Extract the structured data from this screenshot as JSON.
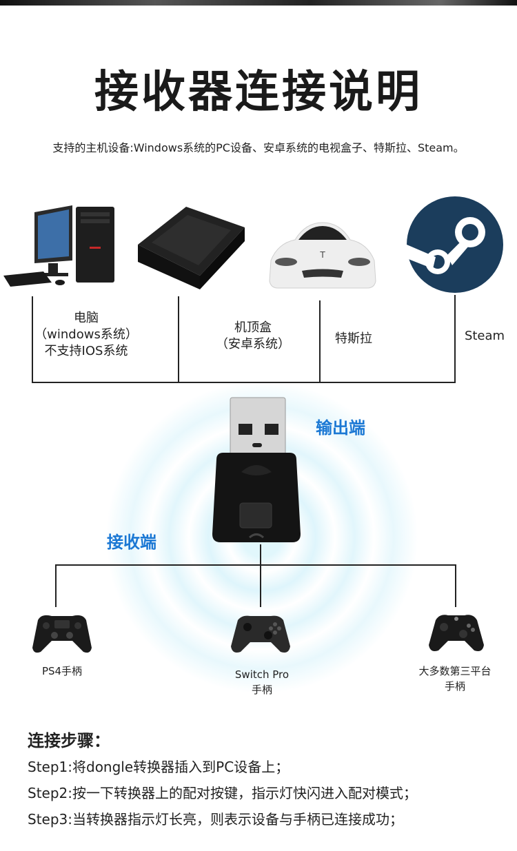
{
  "title": "接收器连接说明",
  "subtitle": "支持的主机设备:Windows系统的PC设备、安卓系统的电视盒子、特斯拉、Steam。",
  "devices": [
    {
      "lines": [
        "电脑",
        "（windows系统）",
        "不支持IOS系统"
      ]
    },
    {
      "lines": [
        "机顶盒",
        "（安卓系统）"
      ]
    },
    {
      "lines": [
        "特斯拉"
      ]
    },
    {
      "lines": [
        "Steam"
      ]
    }
  ],
  "output_label": "输出端",
  "input_label": "接收端",
  "controllers": [
    {
      "lines": [
        "PS4手柄"
      ]
    },
    {
      "lines": [
        "Switch Pro",
        "手柄"
      ]
    },
    {
      "lines": [
        "大多数第三平台",
        "手柄"
      ]
    }
  ],
  "steps_title": "连接步骤：",
  "steps": [
    "Step1:将dongle转换器插入到PC设备上；",
    "Step2:按一下转换器上的配对按键，指示灯快闪进入配对模式；",
    "Step3:当转换器指示灯长亮，则表示设备与手柄已连接成功；"
  ],
  "colors": {
    "accent": "#1b78d4",
    "steam": "#1b3d5c"
  }
}
